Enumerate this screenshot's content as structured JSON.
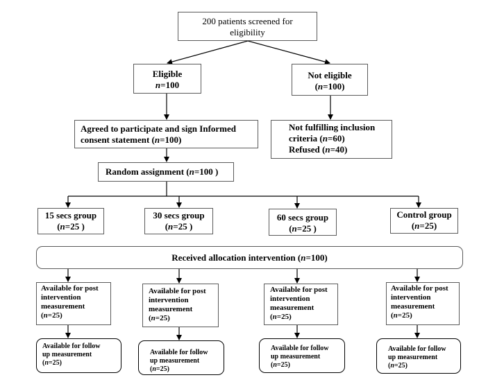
{
  "screened": {
    "line1": "200 patients screened for",
    "line2": "eligibility"
  },
  "eligible": {
    "title": "Eligible",
    "n_prefix": "n",
    "n_rest": "=100"
  },
  "not_eligible": {
    "title": "Not eligible",
    "n_open": "(",
    "n_prefix": "n",
    "n_rest": "=100",
    "n_close": ")"
  },
  "agreed": {
    "line1": "Agreed to participate and sign Informed",
    "line2_a": "consent statement (",
    "n_prefix": "n",
    "line2_b": "=100)"
  },
  "not_fulfilling": {
    "line1": "Not fulfilling inclusion",
    "line2_a": "criteria (",
    "line2_n": "n",
    "line2_b": "=60)",
    "line3_a": "Refused (",
    "line3_n": "n",
    "line3_b": "=40)"
  },
  "random": {
    "label_a": "Random assignment (",
    "n_prefix": "n",
    "label_b": "=100 )"
  },
  "groups": [
    {
      "name": "15 secs group",
      "n_open": "(",
      "n_prefix": "n",
      "n_rest": "=25 )"
    },
    {
      "name": "30 secs group",
      "n_open": "(",
      "n_prefix": "n",
      "n_rest": "=25 )"
    },
    {
      "name": "60 secs group",
      "n_open": "(",
      "n_prefix": "n",
      "n_rest": "=25 )"
    },
    {
      "name": "Control group",
      "n_open": "(",
      "n_prefix": "n",
      "n_rest": "=25)"
    }
  ],
  "allocation": {
    "label_a": "Received allocation intervention (",
    "n_prefix": "n",
    "label_b": "=100)"
  },
  "post": [
    {
      "line1": "Available for post",
      "line2": "intervention",
      "line3": "measurement",
      "n_open": "(",
      "n_prefix": "n",
      "n_rest": "=25)"
    },
    {
      "line1": "Available for post",
      "line2": "intervention",
      "line3": "measurement",
      "n_open": "(",
      "n_prefix": "n",
      "n_rest": "=25)"
    },
    {
      "line1": "Available for post",
      "line2": "intervention",
      "line3": "measurement",
      "n_open": "(",
      "n_prefix": "n",
      "n_rest": "=25)"
    },
    {
      "line1": "Available for post",
      "line2": "intervention",
      "line3": "measurement",
      "n_open": "(",
      "n_prefix": "n",
      "n_rest": "=25)"
    }
  ],
  "follow": [
    {
      "line1": "Available for follow",
      "line2": "up measurement",
      "n_open": "(",
      "n_prefix": "n",
      "n_rest": "=25)"
    },
    {
      "line1": "Available for follow",
      "line2": "up measurement",
      "n_open": "(",
      "n_prefix": "n",
      "n_rest": "=25)"
    },
    {
      "line1": "Available for follow",
      "line2": "up measurement",
      "n_open": "(",
      "n_prefix": "n",
      "n_rest": "=25)"
    },
    {
      "line1": "Available for follow",
      "line2": "up measurement",
      "n_open": "(",
      "n_prefix": "n",
      "n_rest": "=25)"
    }
  ]
}
